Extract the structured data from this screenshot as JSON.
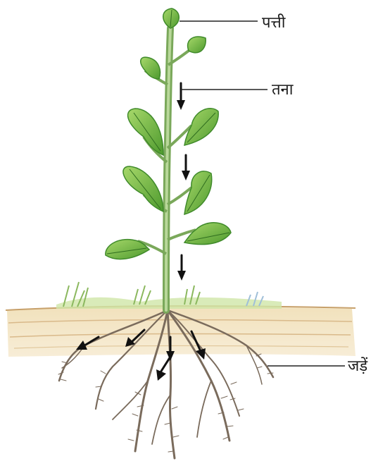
{
  "labels": {
    "leaf": "पत्ती",
    "stem": "तना",
    "roots": "जड़ें"
  },
  "colors": {
    "leaf_fill": "#7cc24e",
    "leaf_dark": "#3f8a2a",
    "stem": "#9cc27a",
    "soil": "#e9d3a4",
    "soil_line": "#c7a06a",
    "roots": "#7a6b5c",
    "arrow": "#111111",
    "leader_line": "#222222"
  }
}
